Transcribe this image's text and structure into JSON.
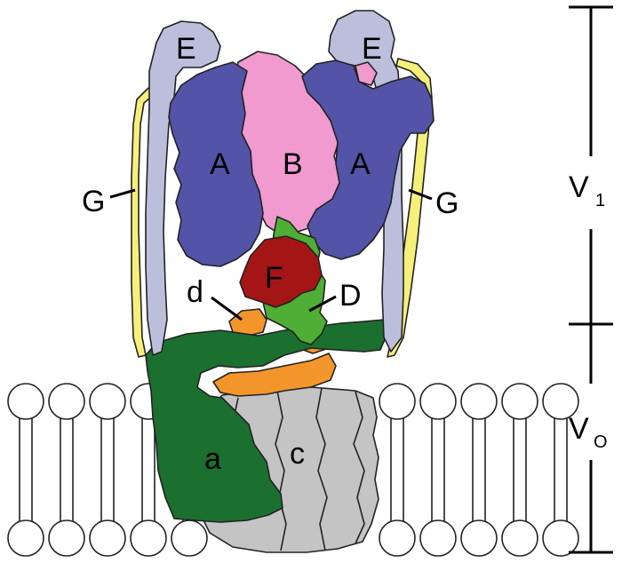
{
  "labels": {
    "E_left": "E",
    "E_right": "E",
    "A_left": "A",
    "B": "B",
    "A_right": "A",
    "G_left": "G",
    "G_right": "G",
    "F": "F",
    "d": "d",
    "D": "D",
    "a": "a",
    "c": "c"
  },
  "scale": {
    "V1_main": "V",
    "V1_sub": "1",
    "Vo_main": "V",
    "Vo_sub": "O"
  },
  "colors": {
    "E": "#bcbfdc",
    "A": "#5353a8",
    "B": "#f09ad0",
    "G": "#f6f07a",
    "F": "#a41616",
    "D": "#4fae35",
    "d": "#f2962c",
    "a": "#1b7030",
    "c": "#c4c4c4",
    "membrane": "#ffffff"
  }
}
